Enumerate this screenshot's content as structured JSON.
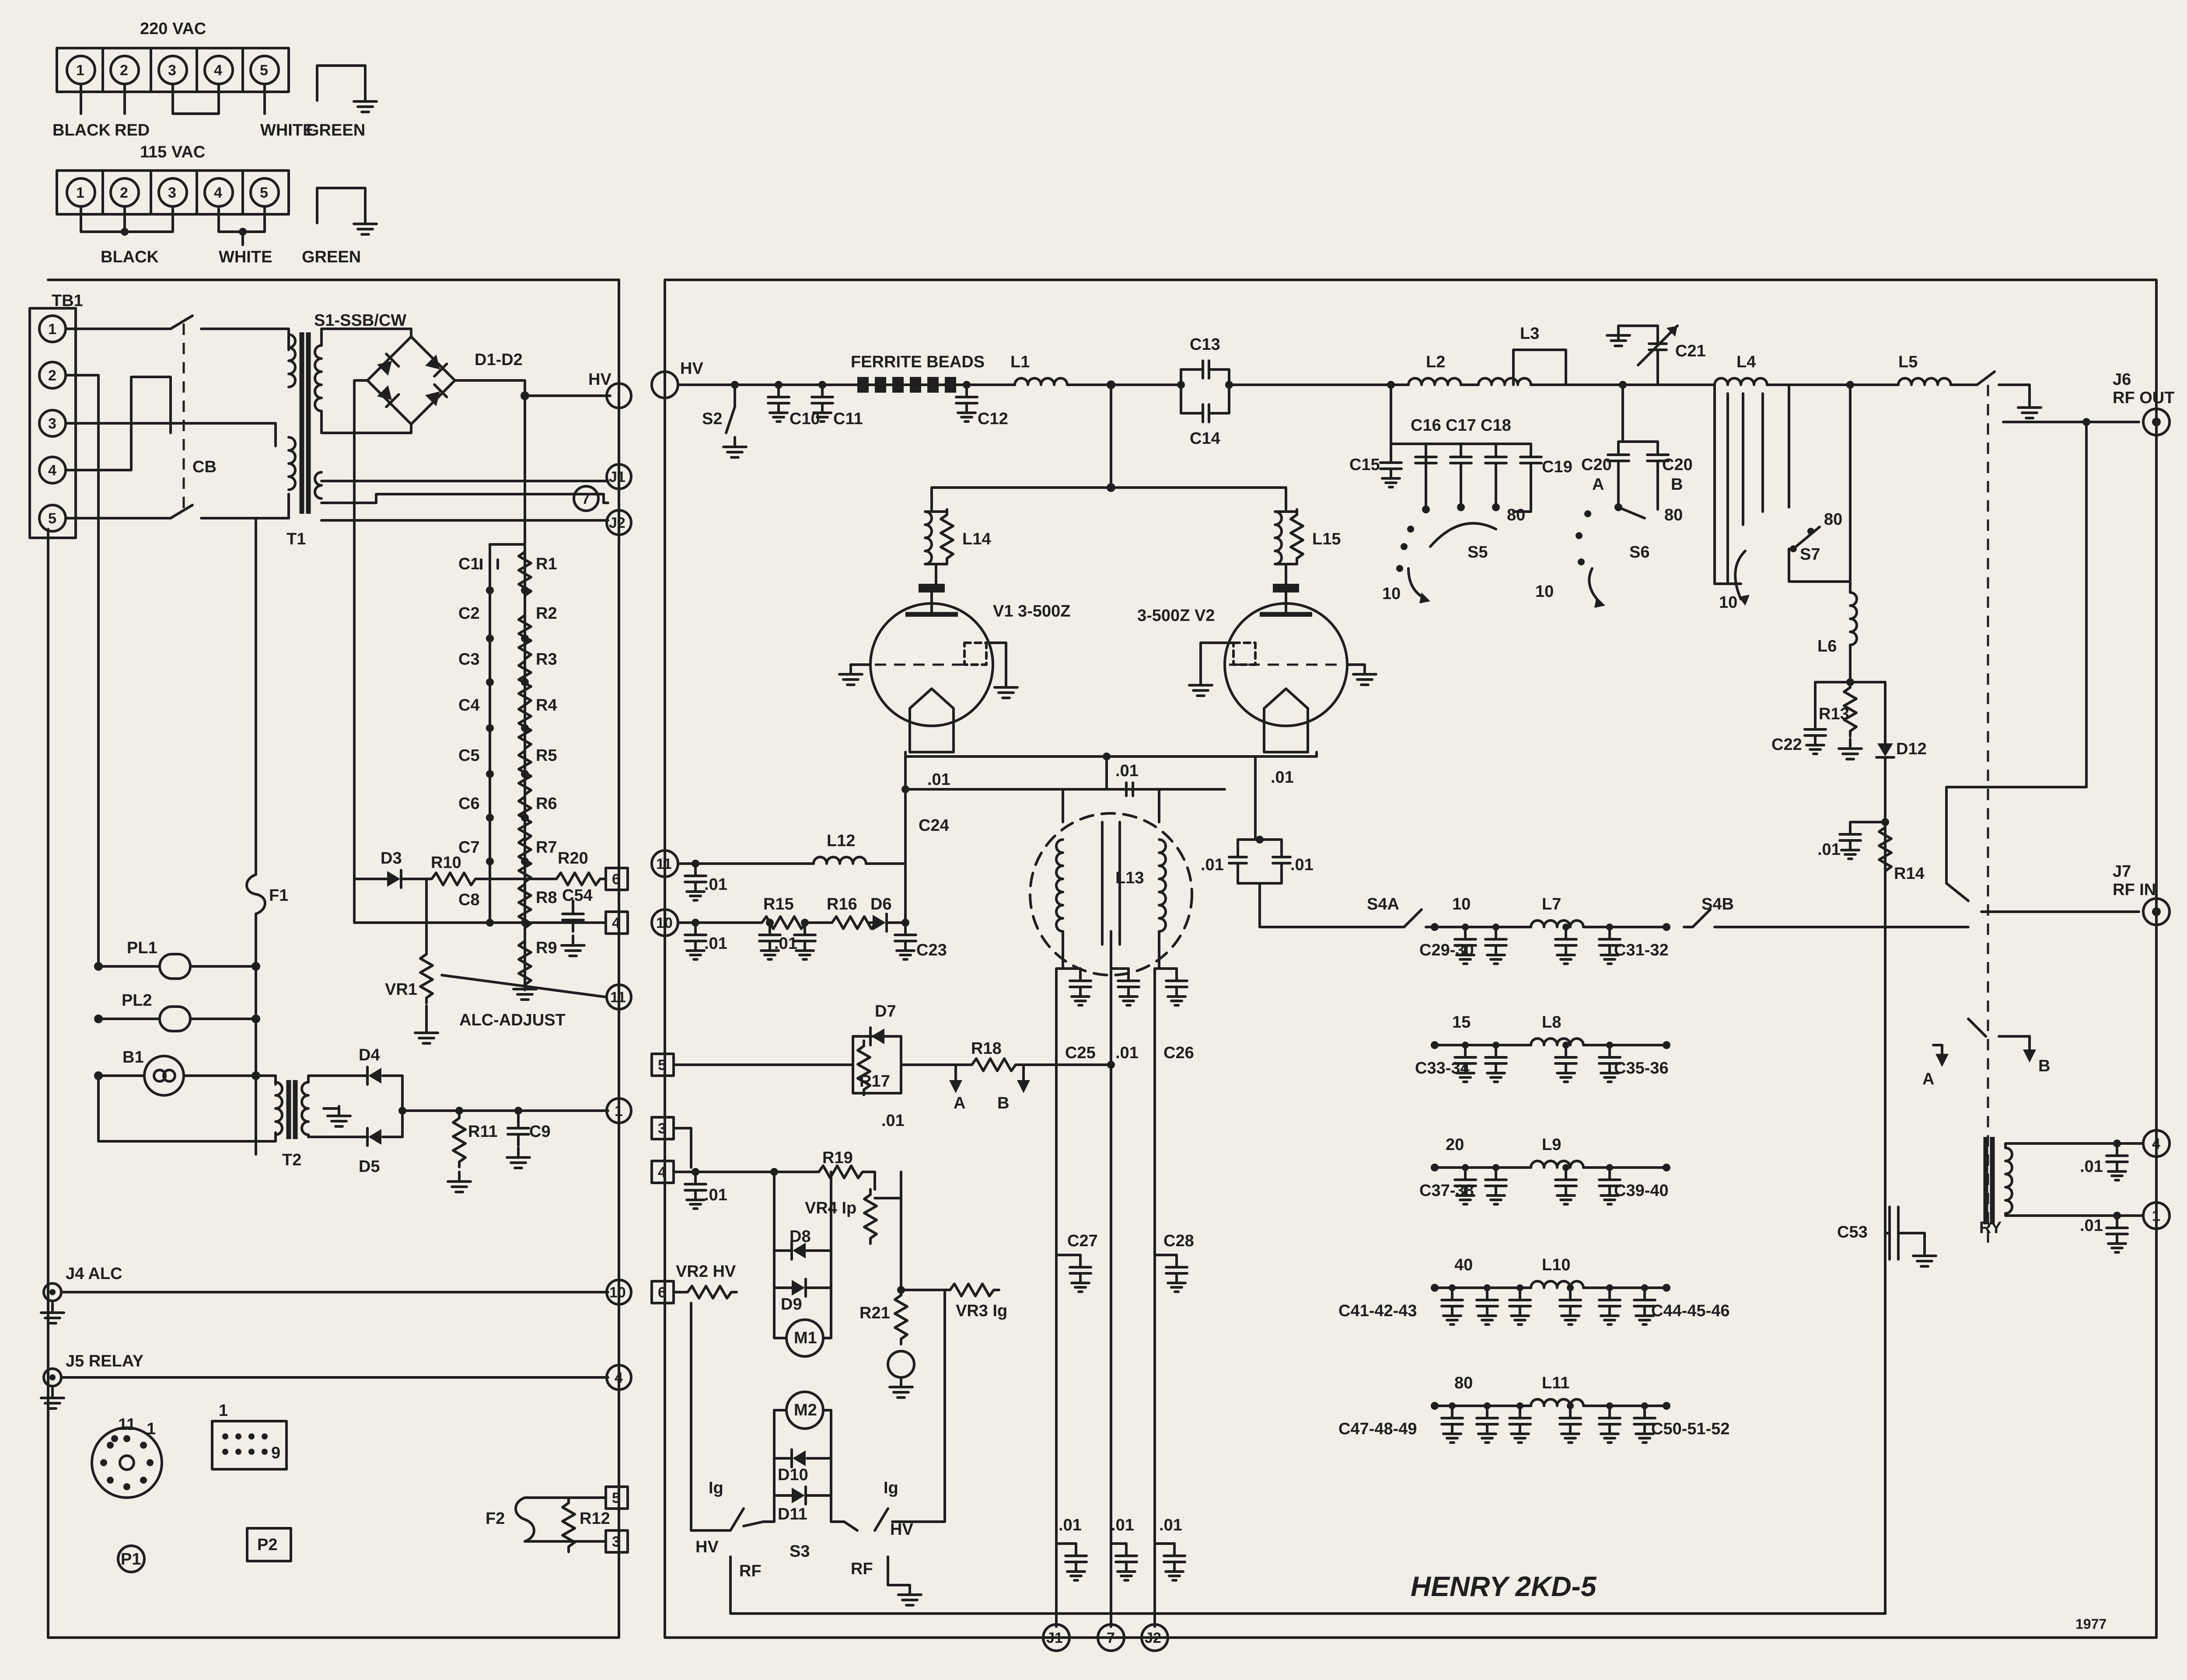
{
  "title": "HENRY 2KD-5",
  "date": "1977",
  "mains": {
    "v220": {
      "title": "220 VAC",
      "pins": [
        "1",
        "2",
        "3",
        "4",
        "5"
      ],
      "wires": [
        "BLACK",
        "RED",
        "WHITE",
        "GREEN"
      ]
    },
    "v115": {
      "title": "115 VAC",
      "pins": [
        "1",
        "2",
        "3",
        "4",
        "5"
      ],
      "wires": [
        "BLACK",
        "WHITE",
        "GREEN"
      ]
    }
  },
  "power_supply": {
    "tb1": "TB1",
    "tb1_terminals": [
      "1",
      "2",
      "3",
      "4",
      "5"
    ],
    "switch": "S1-SSB/CW",
    "bridge": "D1-D2",
    "hv": "HV",
    "breaker": "CB",
    "transformer_main": "T1",
    "transformer_aux": "T2",
    "fuse1": "F1",
    "fuse2": "F2",
    "pilot1": "PL1",
    "pilot2": "PL2",
    "blower": "B1",
    "divider_caps": [
      "C1",
      "C2",
      "C3",
      "C4",
      "C5",
      "C6",
      "C7",
      "C8"
    ],
    "divider_res": [
      "R1",
      "R2",
      "R3",
      "R4",
      "R5",
      "R6",
      "R7",
      "R8",
      "R9"
    ],
    "misc": [
      "D3",
      "R10",
      "R20",
      "C54",
      "D4",
      "D5",
      "R11",
      "C9",
      "R12"
    ],
    "vr1": "VR1",
    "alc_adjust": "ALC-ADJUST",
    "jacks": [
      "J4 ALC",
      "J5 RELAY"
    ],
    "plugs": [
      "P1",
      "P2"
    ],
    "side_terms": [
      "J1",
      "7",
      "J2",
      "6",
      "4",
      "11",
      "1",
      "10",
      "4",
      "5",
      "3"
    ],
    "p1_pins": [
      "11",
      "1"
    ],
    "p2_pins": [
      "1",
      "9"
    ]
  },
  "rf_deck": {
    "hv": "HV",
    "ferrite": "FERRITE BEADS",
    "tubes": [
      "V1 3-500Z",
      "3-500Z V2"
    ],
    "chokes": [
      "L1",
      "L12",
      "L13",
      "L14",
      "L15"
    ],
    "tank": [
      "L2",
      "L3",
      "L4",
      "L5",
      "L6"
    ],
    "caps_top": [
      "C10",
      "C11",
      "C12",
      "C13",
      "C14",
      "C15",
      "C16",
      "C17",
      "C18",
      "C19",
      "C20",
      "C20",
      "C21",
      "C22"
    ],
    "switches": [
      "S2",
      "S5",
      "S6",
      "S7",
      "S3"
    ],
    "band_labels": [
      "10",
      "80",
      "10",
      "80",
      "10",
      "80",
      "A",
      "B"
    ],
    "out": "J6\nRF OUT",
    "in": "J7\nRF IN",
    "relay": "RY",
    "relay_ab": [
      "A",
      "B"
    ],
    "small_caps": [
      ".01",
      ".01",
      ".01",
      ".01",
      ".01",
      ".01",
      ".01",
      ".01",
      ".01",
      ".01"
    ],
    "bias": [
      "R13",
      "D12",
      "R14",
      "C53"
    ],
    "input_misc": [
      "R15",
      "R16",
      "D6",
      "C23",
      "C24",
      "C25",
      "C26",
      "C27",
      "C28"
    ],
    "meter": [
      "D7",
      "R17",
      "R18",
      "R19",
      "VR4 Ip",
      "D8",
      "D9",
      "M1",
      "R21",
      "VR3 Ig",
      "VR2 HV",
      "M2",
      "D10",
      "D11",
      "S3",
      "Ig",
      "Ig",
      "HV",
      "RF",
      "HV",
      "RF"
    ],
    "ab": [
      "A",
      "B"
    ],
    "s4": [
      "S4A",
      "S4B"
    ]
  },
  "filters": [
    {
      "band": "10",
      "coil": "L7",
      "left": "C29-30",
      "right": "C31-32"
    },
    {
      "band": "15",
      "coil": "L8",
      "left": "C33-34",
      "right": "C35-36"
    },
    {
      "band": "20",
      "coil": "L9",
      "left": "C37-38",
      "right": "C39-40"
    },
    {
      "band": "40",
      "coil": "L10",
      "left": "C41-42-43",
      "right": "C44-45-46"
    },
    {
      "band": "80",
      "coil": "L11",
      "left": "C47-48-49",
      "right": "C50-51-52"
    }
  ],
  "bottom_terms": [
    "J1",
    "7",
    "J2"
  ],
  "right_terms": [
    "4",
    "1"
  ]
}
